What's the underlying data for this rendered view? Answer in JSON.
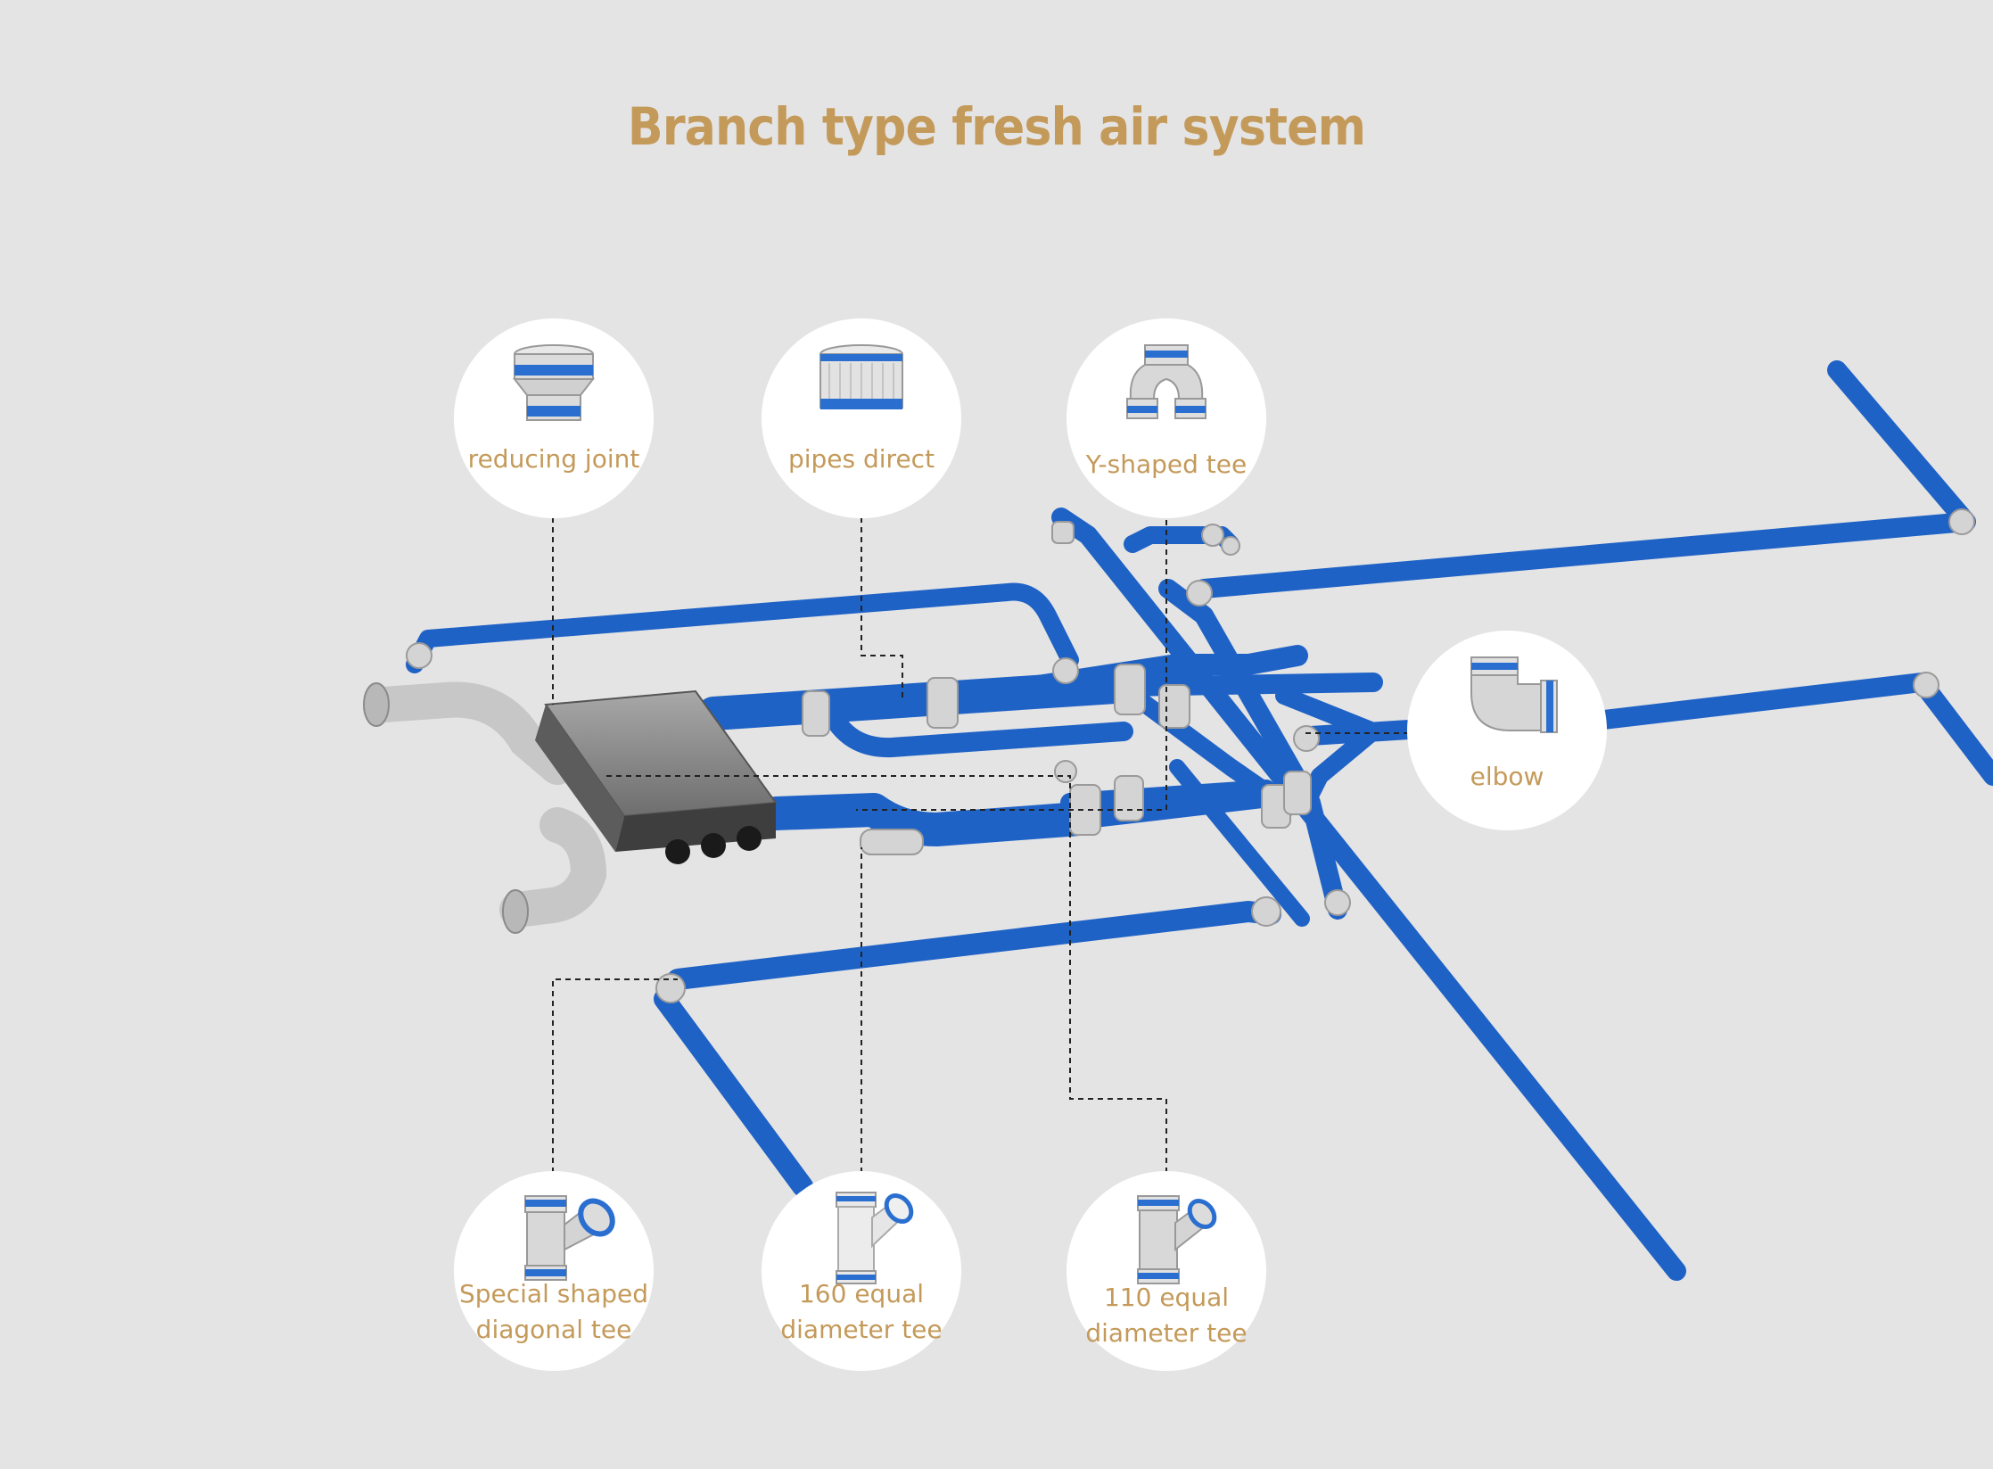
{
  "title": "Branch type fresh air system",
  "colors": {
    "background": "#e4e4e4",
    "accent_text": "#c49a5a",
    "pipe_blue": "#1f62c6",
    "fitting_grey": "#cfcfcf",
    "unit_grey": "#8a8a8a"
  },
  "components": [
    {
      "id": "reducing-joint",
      "label": "reducing joint",
      "icon": "reducing-joint-icon"
    },
    {
      "id": "pipes-direct",
      "label": "pipes direct",
      "icon": "pipe-coupling-icon"
    },
    {
      "id": "y-shaped-tee",
      "label": "Y-shaped tee",
      "icon": "y-tee-icon"
    },
    {
      "id": "elbow",
      "label": "elbow",
      "icon": "elbow-icon"
    },
    {
      "id": "special-diagonal-tee",
      "label": "Special shaped diagonal tee",
      "line1": "Special shaped",
      "line2": "diagonal tee",
      "icon": "diagonal-tee-icon"
    },
    {
      "id": "equal-tee-160",
      "label": "160 equal diameter tee",
      "line1": "160 equal",
      "line2": "diameter tee",
      "icon": "equal-tee-icon"
    },
    {
      "id": "equal-tee-110",
      "label": "110 equal diameter tee",
      "line1": "110 equal",
      "line2": "diameter tee",
      "icon": "equal-tee-icon"
    }
  ]
}
